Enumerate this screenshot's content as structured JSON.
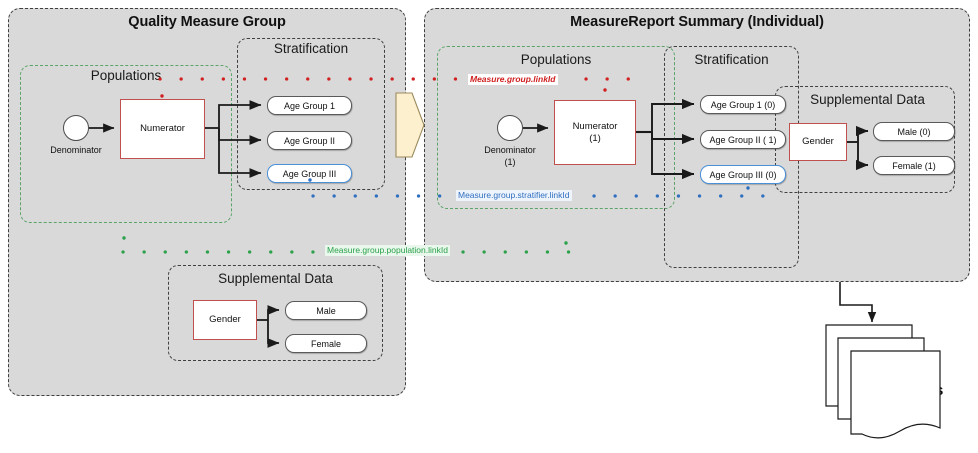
{
  "diagram": {
    "title_left": "Quality Measure Group",
    "title_right": "MeasureReport Summary (Individual)",
    "colors": {
      "panel_fill": "#d9d9d9",
      "population_border": "#5aa469",
      "numerator_border": "#c0504d",
      "highlight_pill_border": "#4a90d9",
      "chevron_fill": "#fdf0cf",
      "linkid_red": "#d02020",
      "linkid_blue": "#2f6fc0",
      "linkid_green": "#2aa14a"
    }
  },
  "left_panel": {
    "title": "Quality Measure Group",
    "populations": {
      "title": "Populations",
      "denominator_label": "Denominator",
      "numerator_label": "Numerator"
    },
    "stratification": {
      "title": "Stratification",
      "items": [
        {
          "label": "Age Group 1",
          "highlighted": false
        },
        {
          "label": "Age Group II",
          "highlighted": false
        },
        {
          "label": "Age Group III",
          "highlighted": true
        }
      ]
    },
    "supplemental": {
      "title": "Supplemental Data",
      "source_label": "Gender",
      "items": [
        {
          "label": "Male"
        },
        {
          "label": "Female"
        }
      ]
    }
  },
  "right_panel": {
    "title": "MeasureReport Summary (Individual)",
    "populations": {
      "title": "Populations",
      "denominator_label": "Denominator",
      "denominator_count": "(1)",
      "numerator_label": "Numerator",
      "numerator_count": "(1)"
    },
    "stratification": {
      "title": "Stratification",
      "items": [
        {
          "label": "Age Group 1 (0)",
          "highlighted": false
        },
        {
          "label": "Age Group II ( 1)",
          "highlighted": false
        },
        {
          "label": "Age Group III (0)",
          "highlighted": true
        }
      ]
    },
    "supplemental": {
      "title": "Supplemental Data",
      "source_label": "Gender",
      "items": [
        {
          "label": "Male (0)"
        },
        {
          "label": "Female (1)"
        }
      ]
    }
  },
  "annotations": {
    "group_linkid": "Measure.group.linkId",
    "stratifier_linkid": "Measure.group.stratifier.linkId",
    "population_linkid": "Measure.group.population.linkId"
  },
  "resources": {
    "label": "Resources"
  }
}
